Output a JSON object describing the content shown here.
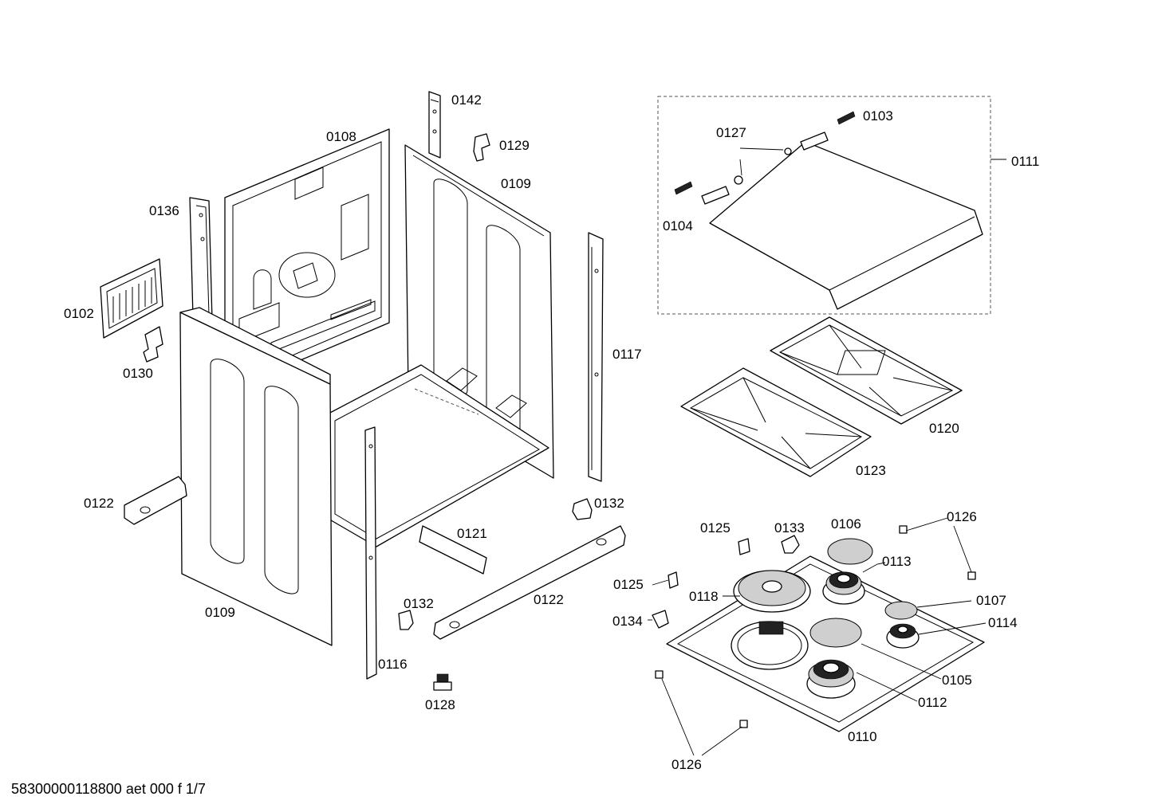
{
  "diagram": {
    "labels": {
      "l0142": "0142",
      "l0129": "0129",
      "l0108": "0108",
      "l0109a": "0109",
      "l0136": "0136",
      "l0102": "0102",
      "l0130": "0130",
      "l0117": "0117",
      "l0122a": "0122",
      "l0121": "0121",
      "l0132a": "0132",
      "l0109b": "0109",
      "l0132b": "0132",
      "l0122b": "0122",
      "l0116": "0116",
      "l0128": "0128",
      "l0103": "0103",
      "l0127": "0127",
      "l0111": "0111",
      "l0104": "0104",
      "l0120": "0120",
      "l0123": "0123",
      "l0125a": "0125",
      "l0133": "0133",
      "l0106": "0106",
      "l0126a": "0126",
      "l0113": "0113",
      "l0125b": "0125",
      "l0118": "0118",
      "l0107": "0107",
      "l0134": "0134",
      "l0114": "0114",
      "l0105": "0105",
      "l0112": "0112",
      "l0110": "0110",
      "l0126b": "0126"
    }
  },
  "footer": {
    "code": "58300000118800 aet 000 f 1/7"
  }
}
